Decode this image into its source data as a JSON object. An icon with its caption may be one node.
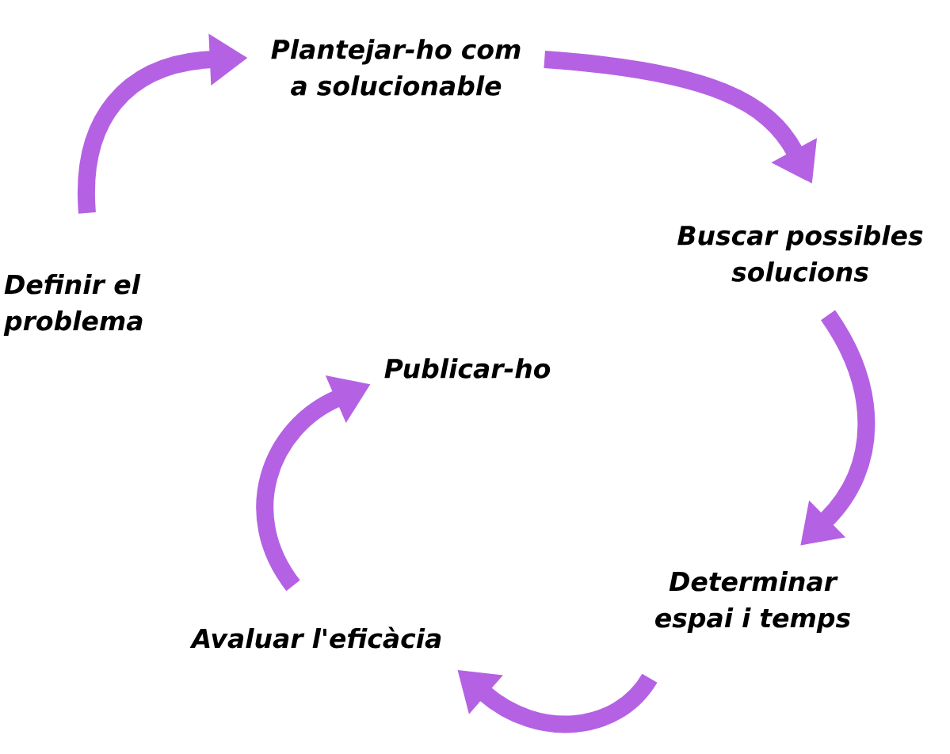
{
  "diagram": {
    "nodes": [
      {
        "text": [
          "Definir el problema"
        ]
      },
      {
        "text": [
          "Plantejar-ho com a solucionable"
        ]
      },
      {
        "text": [
          "Buscar possibles solucions"
        ]
      },
      {
        "text": [
          "Determinar espai i temps"
        ]
      },
      {
        "text": [
          "Avaluar l'eficàcia"
        ]
      },
      {
        "text": [
          "Publicar-ho"
        ]
      }
    ],
    "edges": [
      {
        "from": 0,
        "to": 1,
        "arrow": "to"
      },
      {
        "from": 1,
        "to": 2,
        "arrow": "to"
      },
      {
        "from": 2,
        "to": 3,
        "arrow": "to"
      },
      {
        "from": 3,
        "to": 4,
        "arrow": "to"
      },
      {
        "from": 4,
        "to": 5,
        "arrow": "to"
      }
    ]
  }
}
